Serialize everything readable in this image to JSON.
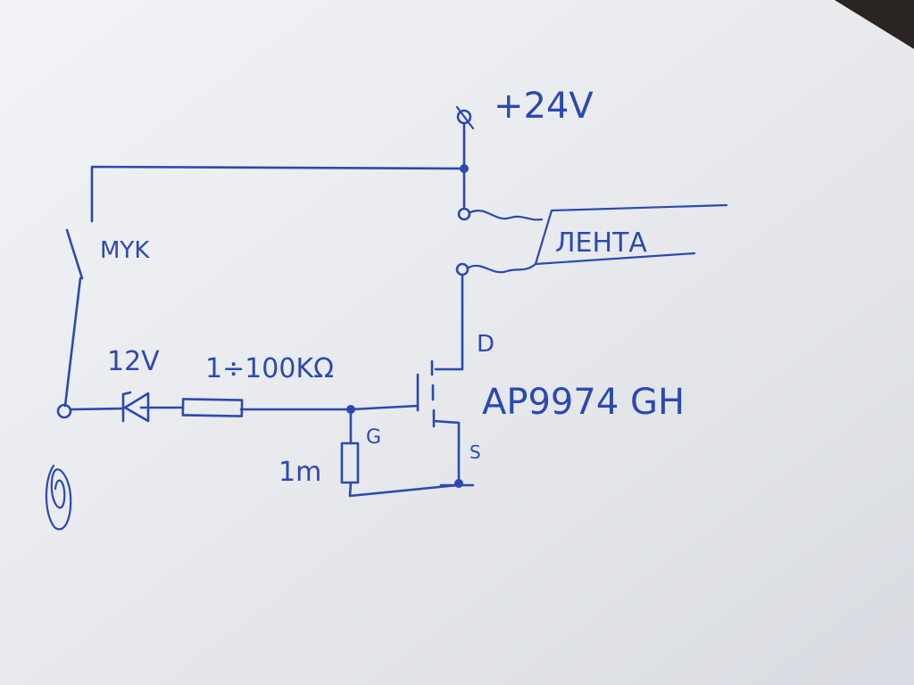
{
  "ink_color": "#2b49b0",
  "paper_color": "#e9ebee",
  "labels": {
    "supply": "+24V",
    "switch": "MYK",
    "tape": "ЛЕНТА",
    "zener": "12V",
    "resistor_series": "1÷100KΩ",
    "resistor_gate": "1m",
    "drain": "D",
    "gate": "G",
    "source": "S",
    "transistor": "AP9974 GH"
  }
}
